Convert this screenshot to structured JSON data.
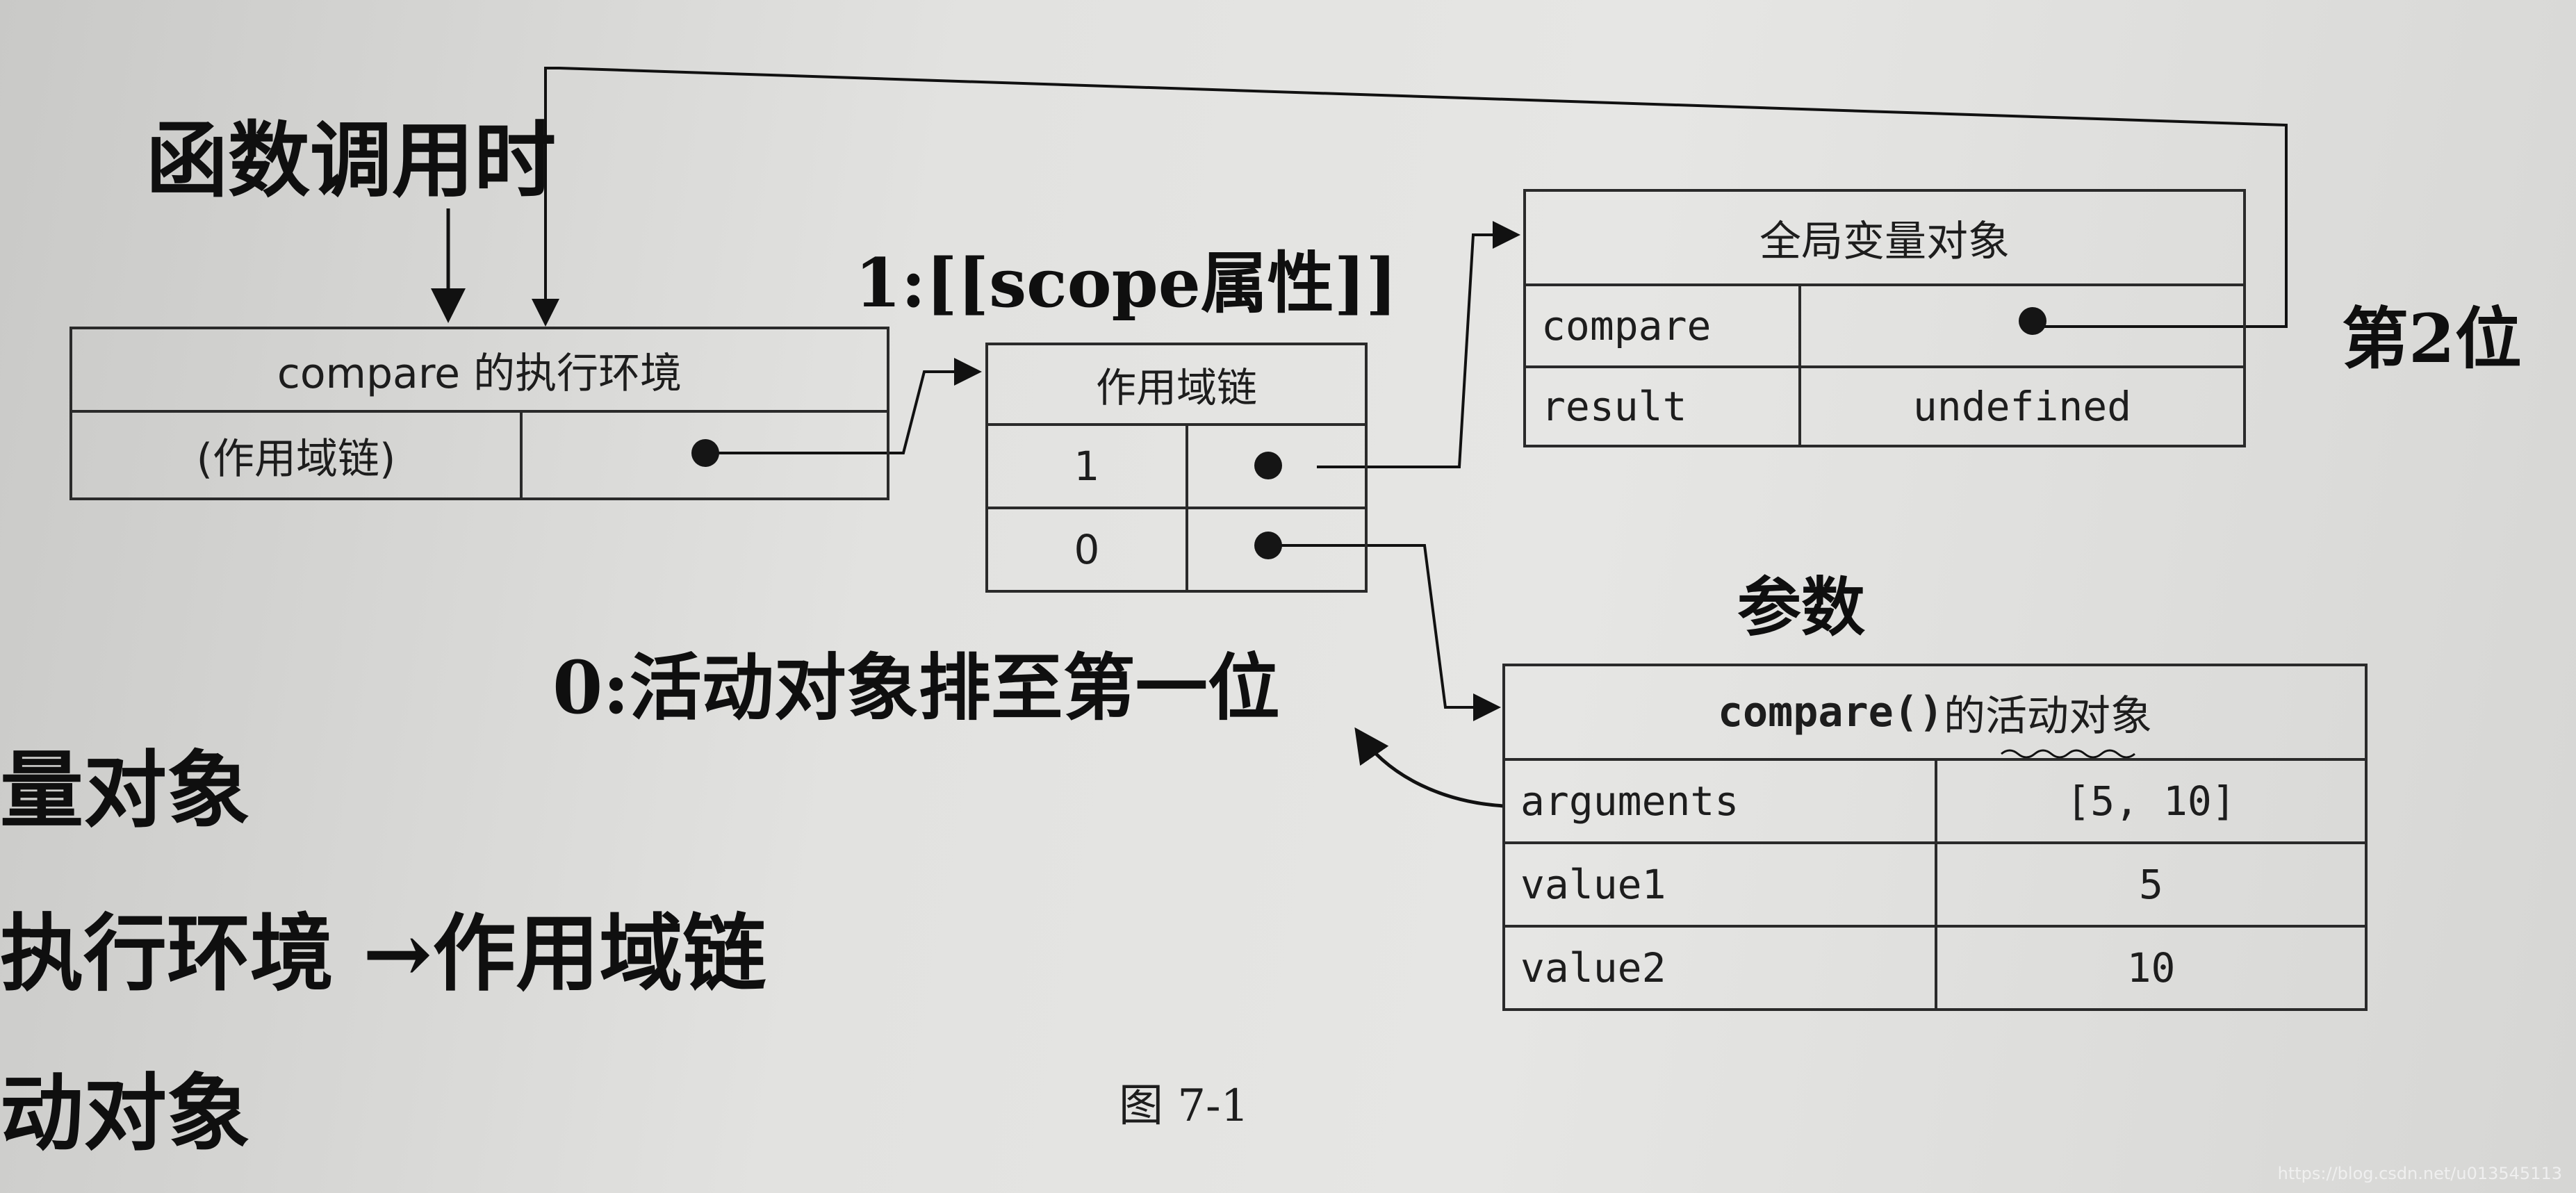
{
  "annotations": {
    "function_called": "函数调用时",
    "scope_attr": "1:[[scope属性]]",
    "second": "第2位",
    "params": "参数",
    "zero_note": "0:活动对象排至第一位",
    "left_frag1": "量对象",
    "left_frag2": "执行环境 →作用域链",
    "left_frag3": "动对象"
  },
  "exec_context": {
    "title": "compare 的执行环境",
    "row_label": "(作用域链)"
  },
  "scope_chain": {
    "title": "作用域链",
    "rows": [
      "1",
      "0"
    ]
  },
  "global_object": {
    "title": "全局变量对象",
    "rows": [
      {
        "name": "compare",
        "value": ""
      },
      {
        "name": "result",
        "value": "undefined"
      }
    ]
  },
  "activation_object": {
    "title_code": "compare()",
    "title_text": " 的活动对象",
    "rows": [
      {
        "name": "arguments",
        "value": "[5, 10]"
      },
      {
        "name": "value1",
        "value": "5"
      },
      {
        "name": "value2",
        "value": "10"
      }
    ]
  },
  "figure_caption": "图    7-1",
  "watermark": "https://blog.csdn.net/u013545113"
}
